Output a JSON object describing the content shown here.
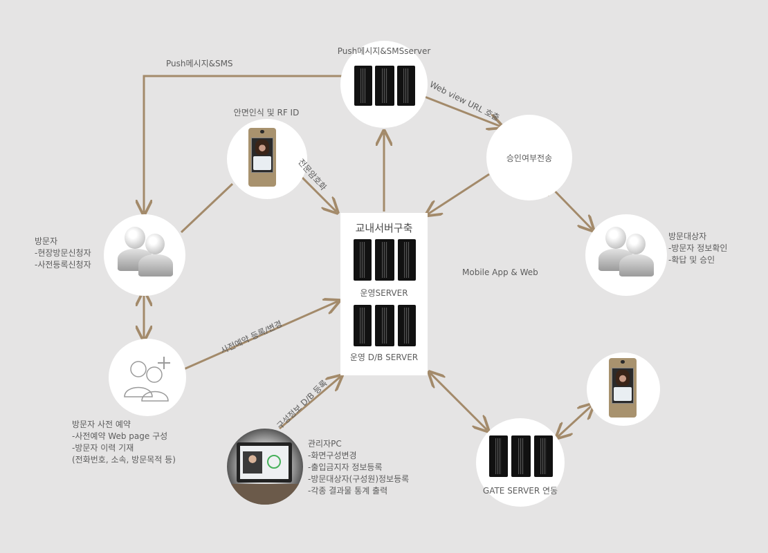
{
  "colors": {
    "background": "#e5e4e4",
    "connector": "#a38a6a",
    "node": "#ffffff",
    "server": "#111111"
  },
  "nodes": {
    "push_server": {
      "title": "Push메시지&SMSserver",
      "icon": "server-rack-icon"
    },
    "approval": {
      "title": "승인여부전송"
    },
    "face_rfid": {
      "title": "안면인식 및 RF ID",
      "icon": "face-recognition-device-icon"
    },
    "visitor": {
      "title": "방문자",
      "lines": [
        "-현장방문신청자",
        "-사전등록신청자"
      ],
      "icon": "users-icon"
    },
    "host": {
      "title": "방문대상자",
      "lines": [
        "-방문자 정보확인",
        "-확답 및 승인"
      ],
      "icon": "users-icon"
    },
    "reservation": {
      "title": "방문자 사전 예약",
      "lines": [
        "-사전예약 Web page 구성",
        "-방문자 이력 기재",
        "(전화번호, 소속, 방문목적 등)"
      ],
      "icon": "add-user-icon"
    },
    "admin_pc": {
      "title": "관리자PC",
      "lines": [
        "-화면구성변경",
        "-출입금지자 정보등록",
        "-방문대상자(구성원)정보등록",
        "-각종 결과물 통계 출력"
      ],
      "icon": "laptop-icon"
    },
    "gate_server": {
      "title": "GATE SERVER 연동",
      "icon": "server-rack-icon"
    },
    "gate_device": {
      "icon": "face-recognition-device-icon"
    },
    "central": {
      "title": "교내서버구축",
      "op_server": "운영SERVER",
      "db_server": "운영 D/B SERVER",
      "icon": "server-rack-icon"
    }
  },
  "edge_labels": {
    "push_sms": "Push메시지&SMS",
    "web_view": "Web view URL 호출",
    "encrypted": "전문암호화",
    "pre_reservation": "사전예약 등록/변경",
    "config_db": "구성정보 D/B 등록",
    "mobile": "Mobile App & Web"
  }
}
